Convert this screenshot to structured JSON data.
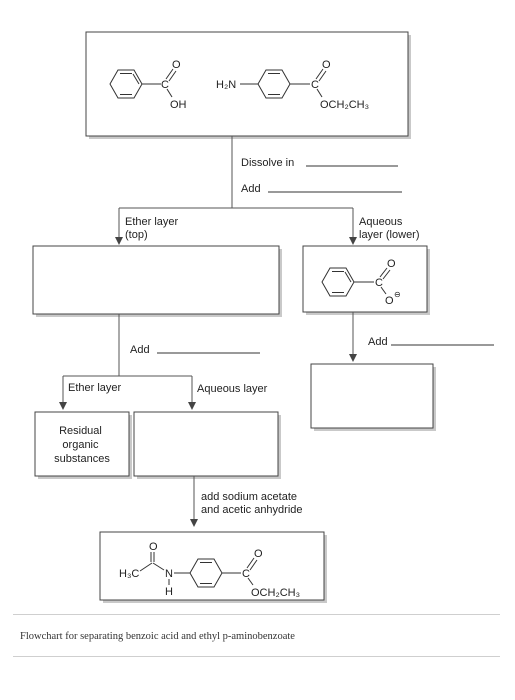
{
  "steps": {
    "dissolve": "Dissolve in",
    "add_first": "Add",
    "ether_top": [
      "Ether layer",
      "(top)"
    ],
    "aqueous_lower": [
      "Aqueous",
      "layer (lower)"
    ],
    "add_left": "Add",
    "add_right": "Add",
    "ether_layer": "Ether layer",
    "aqueous_layer": "Aqueous layer",
    "residual": [
      "Residual",
      "organic",
      "substances"
    ],
    "reagents": [
      "add sodium acetate",
      "and acetic anhydride"
    ]
  },
  "chem": {
    "oh": "OH",
    "o": "O",
    "h2n": "H₂N",
    "c": "C",
    "och2ch3": "OCH₂CH₃",
    "h3c": "H₃C",
    "n": "N",
    "h": "H",
    "charge": "⊖"
  },
  "caption": "Flowchart for separating benzoic acid and ethyl p-aminobenzoate"
}
